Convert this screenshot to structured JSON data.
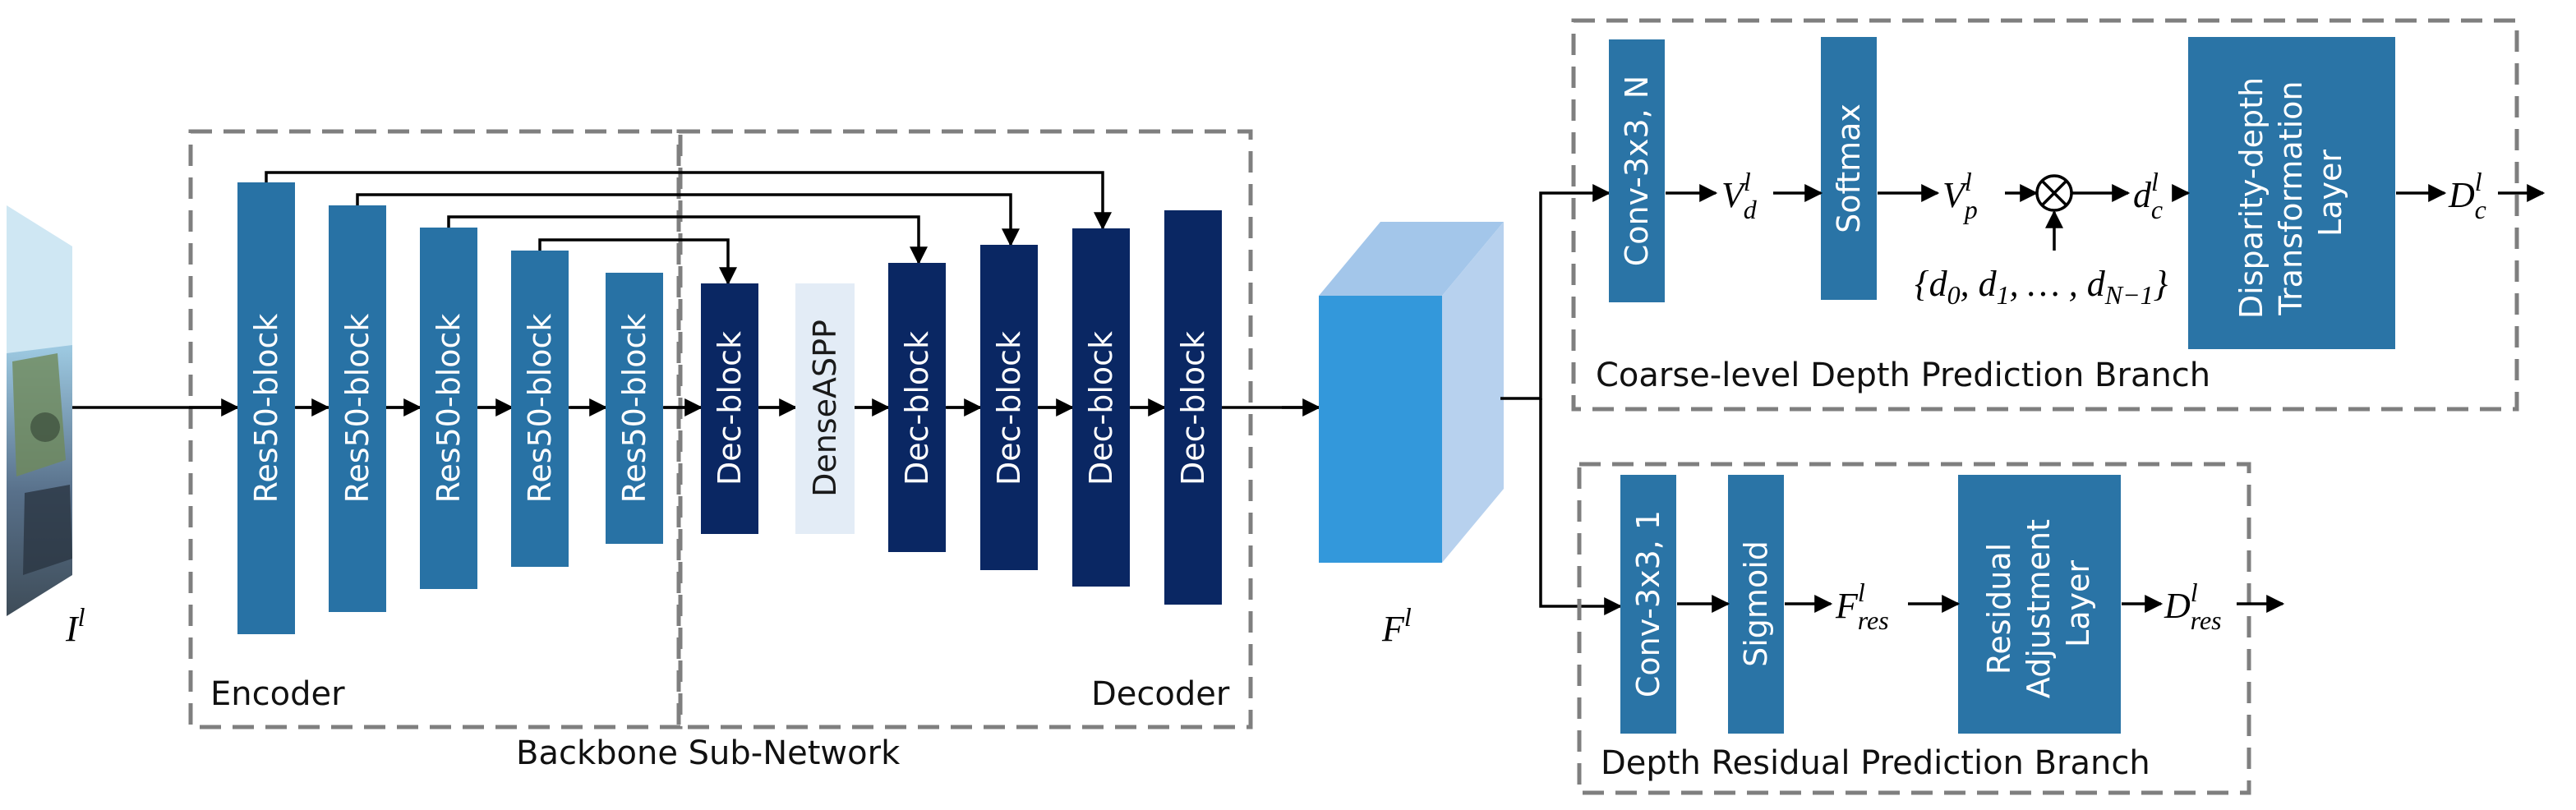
{
  "colors": {
    "res_block": "#2872a5",
    "dec_block": "#0a2763",
    "dense_aspp": "#e3ecf6",
    "branch_block": "#2a74a6",
    "feature_front": "#3398db",
    "feature_top": "#a3c6ea",
    "feature_side": "#b7d1ee",
    "dash": "#7f7f7f"
  },
  "input": {
    "label_base": "I",
    "label_sup": "l"
  },
  "backbone": {
    "title": "Backbone Sub-Network",
    "encoder_label": "Encoder",
    "decoder_label": "Decoder",
    "encoder_blocks": [
      "Res50-block",
      "Res50-block",
      "Res50-block",
      "Res50-block",
      "Res50-block"
    ],
    "decoder_first": "Dec-block",
    "aspp": "DenseASPP",
    "decoder_blocks": [
      "Dec-block",
      "Dec-block",
      "Dec-block",
      "Dec-block"
    ]
  },
  "feature": {
    "label_base": "F",
    "label_sup": "l"
  },
  "coarse_branch": {
    "title": "Coarse-level Depth Prediction Branch",
    "conv": "Conv-3x3, N",
    "softmax": "Softmax",
    "transform_lines": [
      "Disparity-depth",
      "Transformation",
      "Layer"
    ],
    "vd": {
      "base": "V",
      "sup": "l",
      "sub": "d"
    },
    "vp": {
      "base": "V",
      "sup": "l",
      "sub": "p"
    },
    "dc": {
      "base": "d",
      "sup": "l",
      "sub": "c"
    },
    "Dc": {
      "base": "D",
      "sup": "l",
      "sub": "c"
    },
    "product_symbol": "⊗",
    "disparity_set": {
      "open": "{",
      "d0": "d",
      "d0_sub": "0",
      "sep1": ", ",
      "d1": "d",
      "d1_sub": "1",
      "sep2": ", … , ",
      "dn": "d",
      "dn_sub": "N−1",
      "close": "}"
    }
  },
  "residual_branch": {
    "title": "Depth Residual Prediction Branch",
    "conv": "Conv-3x3, 1",
    "sigmoid": "Sigmoid",
    "adjust_lines": [
      "Residual",
      "Adjustment",
      "Layer"
    ],
    "fres": {
      "base": "F",
      "sup": "l",
      "sub": "res"
    },
    "Dres": {
      "base": "D",
      "sup": "l",
      "sub": "res"
    }
  }
}
